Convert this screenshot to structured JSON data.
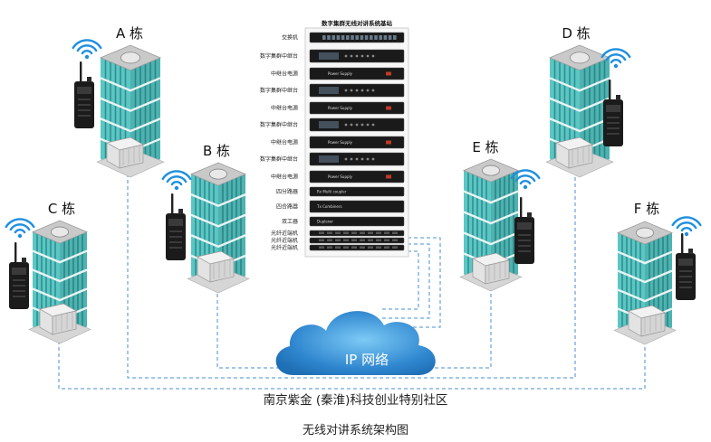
{
  "buildings": [
    {
      "id": "A",
      "label": "A 栋"
    },
    {
      "id": "B",
      "label": "B 栋"
    },
    {
      "id": "C",
      "label": "C 栋"
    },
    {
      "id": "D",
      "label": "D 栋"
    },
    {
      "id": "E",
      "label": "E 栋"
    },
    {
      "id": "F",
      "label": "F 栋"
    }
  ],
  "rack": {
    "title": "数字集群无线对讲系统基站",
    "rows": [
      {
        "label": "交换机",
        "kind": "switch",
        "text": ""
      },
      {
        "label": "数字集群中继台",
        "kind": "repeater",
        "text": ""
      },
      {
        "label": "中继台电源",
        "kind": "psu",
        "text": "Power Supply"
      },
      {
        "label": "数字集群中继台",
        "kind": "repeater",
        "text": ""
      },
      {
        "label": "中继台电源",
        "kind": "psu",
        "text": "Power Supply"
      },
      {
        "label": "数字集群中继台",
        "kind": "repeater",
        "text": ""
      },
      {
        "label": "中继台电源",
        "kind": "psu",
        "text": "Power Supply"
      },
      {
        "label": "数字集群中继台",
        "kind": "repeater",
        "text": ""
      },
      {
        "label": "中继台电源",
        "kind": "psu",
        "text": "Power Supply"
      },
      {
        "label": "四分路器",
        "kind": "splitter",
        "text": "Rx Multi coupler"
      },
      {
        "label": "四合路器",
        "kind": "combiner",
        "text": "Tx Combiners"
      },
      {
        "label": "双工器",
        "kind": "duplexer",
        "text": "Duplexer"
      },
      {
        "label": "光纤近端机",
        "kind": "fiber",
        "text": ""
      },
      {
        "label": "光纤近端机",
        "kind": "fiber",
        "text": ""
      },
      {
        "label": "光纤近端机",
        "kind": "fiber",
        "text": ""
      }
    ]
  },
  "cloud": {
    "label": "IP 网络"
  },
  "community": "南京紫金 (秦淮)科技创业特别社区",
  "figure_title": "无线对讲系统架构图",
  "colors": {
    "glass": "#5cc6c3",
    "glass_dark": "#2e8f93",
    "roof": "#c9c9c9",
    "link": "#4a8fd0",
    "cloud": "#2f86cf",
    "wifi": "#1e8fe0"
  }
}
